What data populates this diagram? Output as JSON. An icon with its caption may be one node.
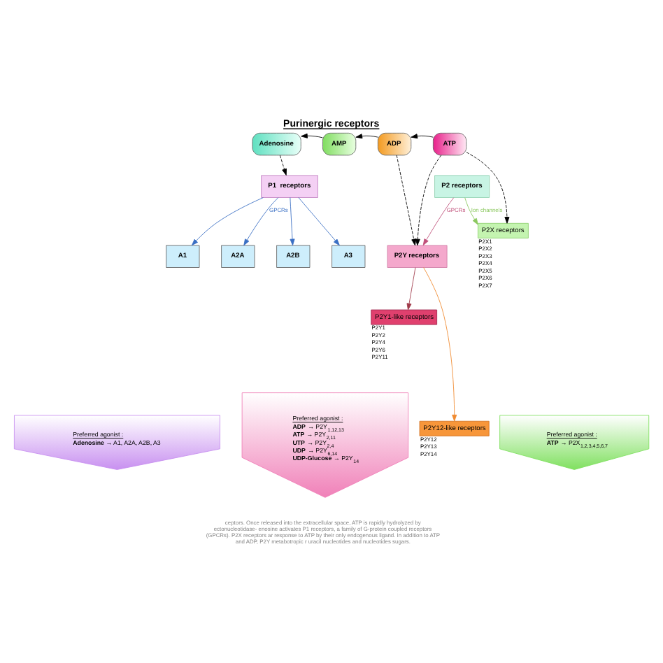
{
  "diagram": {
    "title": "Purinergic receptors",
    "caption": "ceptors. Once released into the extracellular space, ATP is rapidly hydrolyzed by ectonucleotidase- enosine activates P1 receptors, a family of G-protein coupled receptors (GPCRs). P2X receptors ar response to ATP by their only endogenous ligand. In addition to ATP and ADP, P2Y metabotropic r uracil nucleotides and nucleotides sugars.",
    "nodes": [
      {
        "text": [
          "Adenosine"
        ]
      },
      {
        "text": [
          "AMP"
        ]
      },
      {
        "text": [
          "ADP"
        ]
      },
      {
        "text": [
          "ATP"
        ]
      },
      {
        "text": [
          "P1  receptors"
        ]
      },
      {
        "text": [
          "A1"
        ]
      },
      {
        "text": [
          "A2A"
        ]
      },
      {
        "text": [
          "A2B"
        ]
      },
      {
        "text": [
          "A3"
        ]
      },
      {
        "text": [
          "P2 receptors"
        ]
      },
      {
        "text": [
          "P2Y receptors"
        ]
      },
      {
        "text": [
          "P2X receptors"
        ],
        "beside": [
          "P2X1",
          "P2X2",
          "P2X3",
          "P2X4",
          "P2X5",
          "P2X6",
          "P2X7"
        ]
      },
      {
        "text": [
          "P2Y1-like receptors"
        ],
        "beside": [
          "P2Y1",
          "P2Y2",
          "P2Y4",
          "P2Y6",
          "P2Y11"
        ]
      },
      {
        "text": [
          "P2Y12-like receptors"
        ],
        "beside": [
          "P2Y12",
          "P2Y13",
          "P2Y14"
        ]
      },
      {
        "text": [
          "Preferred agonist :",
          "**Adenosine** → A1, A2A, A2B, A3"
        ]
      },
      {
        "text": [
          "Preferred agonist :",
          "**ADP** → P2Y$_{1,12,13}$",
          "**ATP** → P2Y$_{2,11}$",
          "**UTP** → P2Y$_{2,4}$",
          "**UDP** → P2Y$_{6,14}$",
          "**UDP-Glucose** → P2Y$_{14}$"
        ]
      },
      {
        "text": [
          "Preferred agonist :",
          "**ATP** → P2X$_{1,2,3,4,5,6,7}$"
        ]
      }
    ],
    "edges": [
      {
        "from": 3,
        "to": 2,
        "arrow": "to"
      },
      {
        "from": 2,
        "to": 1,
        "arrow": "to"
      },
      {
        "from": 1,
        "to": 0,
        "arrow": "to"
      },
      {
        "from": 0,
        "to": 4,
        "arrow": "to",
        "style": "dashed"
      },
      {
        "from": 4,
        "to": 5,
        "arrow": "to",
        "color": "#3a6fc4"
      },
      {
        "from": 4,
        "to": 6,
        "arrow": "to",
        "color": "#3a6fc4",
        "label": "GPCRs"
      },
      {
        "from": 4,
        "to": 7,
        "arrow": "to",
        "color": "#3a6fc4"
      },
      {
        "from": 4,
        "to": 8,
        "arrow": "to",
        "color": "#3a6fc4"
      },
      {
        "from": 2,
        "to": 10,
        "arrow": "to",
        "style": "dashed"
      },
      {
        "from": 3,
        "to": 10,
        "arrow": "to",
        "style": "dashed"
      },
      {
        "from": 3,
        "to": 11,
        "arrow": "to",
        "style": "dashed"
      },
      {
        "from": 9,
        "to": 10,
        "arrow": "to",
        "color": "#c0507a",
        "label": "GPCRs"
      },
      {
        "from": 9,
        "to": 11,
        "arrow": "to",
        "color": "#8cc860",
        "label": "Ion channels"
      },
      {
        "from": 10,
        "to": 12,
        "arrow": "to",
        "color": "#a03a4a"
      },
      {
        "from": 10,
        "to": 13,
        "arrow": "to",
        "color": "#f08a30"
      }
    ]
  }
}
